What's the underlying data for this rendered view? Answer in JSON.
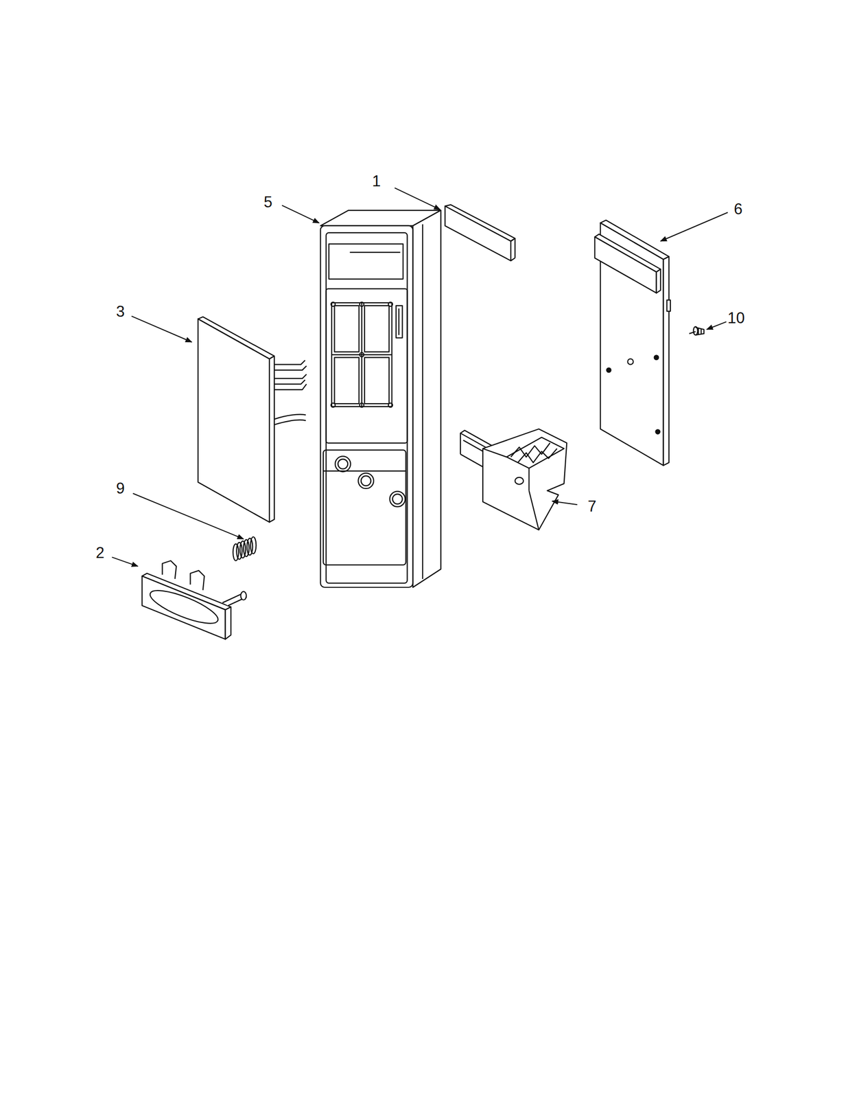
{
  "diagram": {
    "labels": [
      "1",
      "5",
      "6",
      "3",
      "10",
      "9",
      "7",
      "2"
    ]
  }
}
